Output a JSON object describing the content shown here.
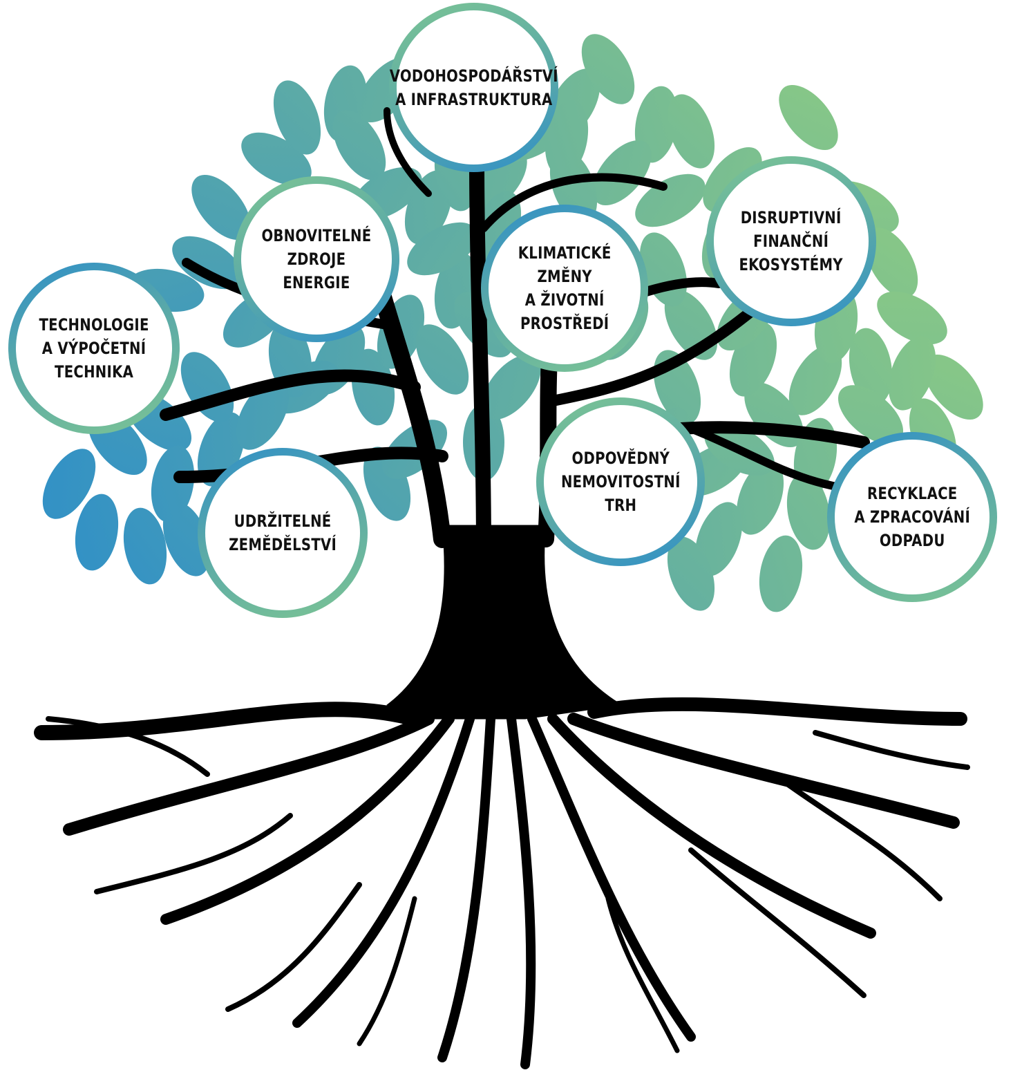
{
  "nodes": [
    {
      "id": "water",
      "label": "VODOHOSPODÁŘSTVÍ\nA INFRASTRUKTURA"
    },
    {
      "id": "renewable",
      "label": "OBNOVITELNÉ\nZDROJE\nENERGIE"
    },
    {
      "id": "climate",
      "label": "KLIMATICKÉ\nZMĚNY\nA ŽIVOTNÍ\nPROSTŘEDÍ"
    },
    {
      "id": "finance",
      "label": "DISRUPTIVNÍ\nFINANČNÍ\nEKOSYSTÉMY"
    },
    {
      "id": "tech",
      "label": "TECHNOLOGIE\nA VÝPOČETNÍ\nTECHNIKA"
    },
    {
      "id": "agri",
      "label": "UDRŽITELNÉ\nZEMĚDĚLSTVÍ"
    },
    {
      "id": "realestate",
      "label": "ODPOVĚDNÝ\nNEMOVITOSTNÍ\nTRH"
    },
    {
      "id": "recycling",
      "label": "RECYKLACE\nA ZPRACOVÁNÍ\nODPADU"
    }
  ],
  "colors": {
    "leaf_blue": "#2f8fc8",
    "leaf_teal": "#5aa9a8",
    "leaf_green": "#86c58a",
    "tree": "#000000",
    "text": "#111111"
  }
}
